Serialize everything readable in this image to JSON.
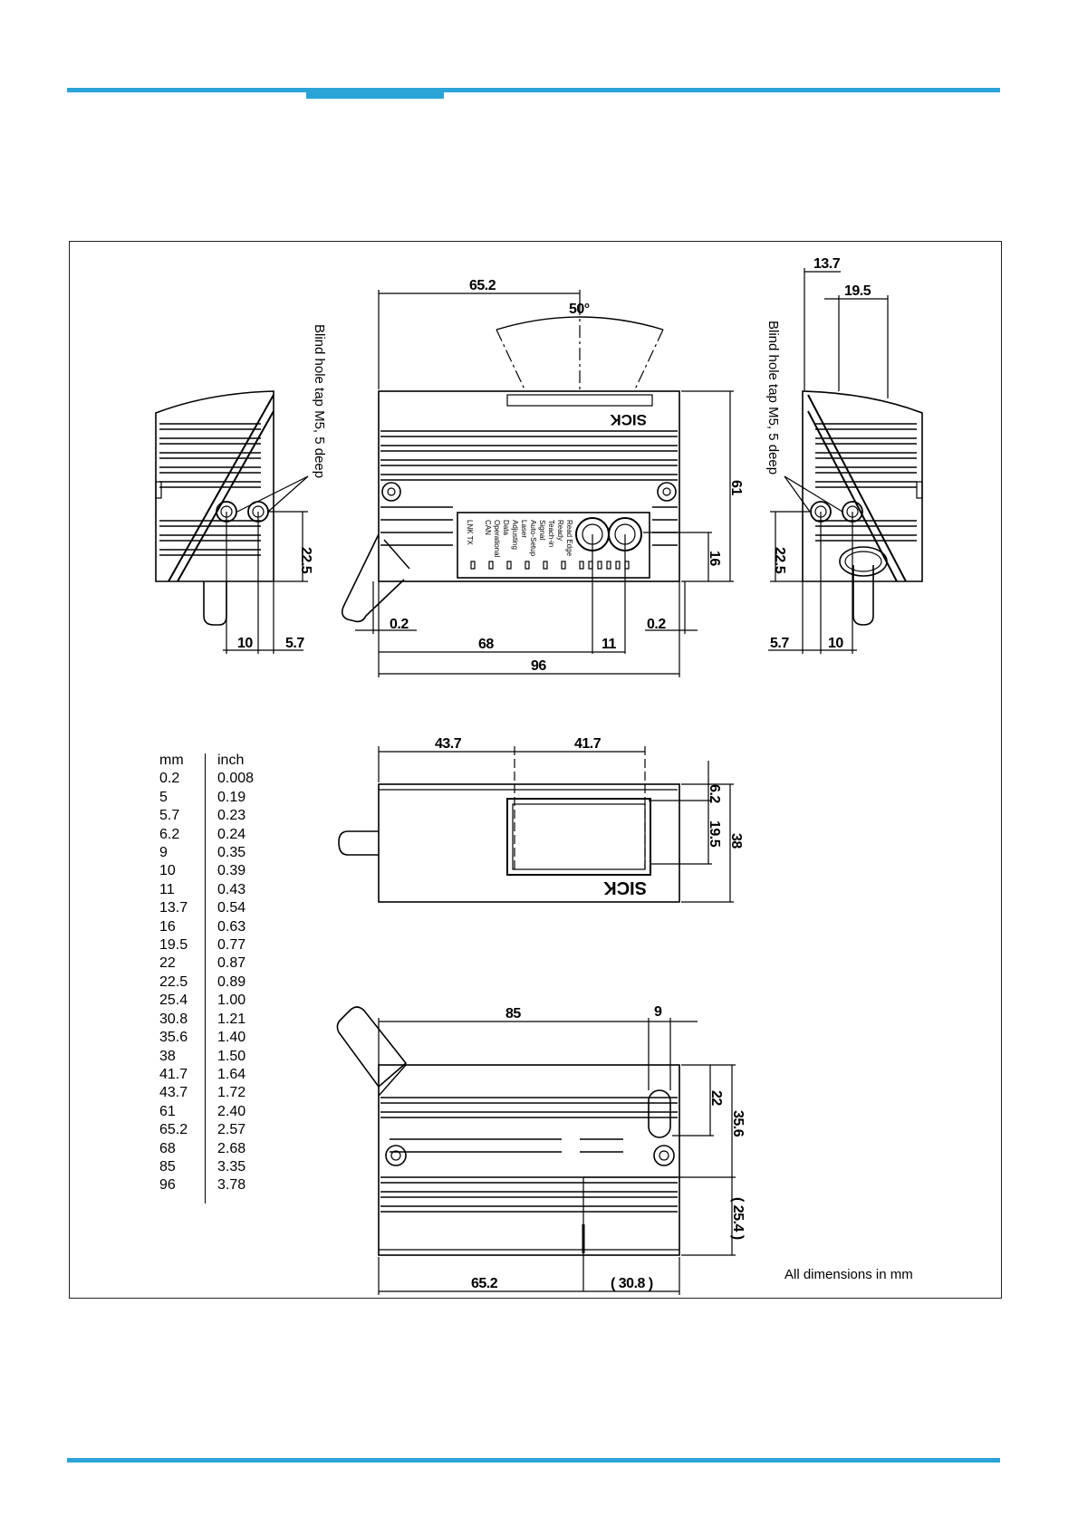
{
  "colors": {
    "rule": "#2aa3d6",
    "line": "#000000"
  },
  "drawing": {
    "side_left": {
      "note": "Blind hole tap M5, 5 deep",
      "dim_height": "22.5",
      "dim_a": "10",
      "dim_b": "5.7"
    },
    "front": {
      "dim_top": "65.2",
      "angle": "50°",
      "dim_height": "61",
      "dim_16": "16",
      "gap_left": "0.2",
      "gap_right": "0.2",
      "dim_68": "68",
      "dim_11": "11",
      "dim_96": "96",
      "brand": "SICK",
      "indicators": [
        "Ready",
        "Signal",
        "Laser",
        "Data",
        "CAN",
        "LNK TX"
      ],
      "indicator_sub": [
        "Read Edge",
        "Teach-in",
        "Auto-Setup",
        "Adjusting",
        "Operational"
      ]
    },
    "side_right": {
      "note": "Blind hole tap M5, 5 deep",
      "dim_13_7": "13.7",
      "dim_19_5": "19.5",
      "dim_height": "22.5",
      "dim_a": "5.7",
      "dim_b": "10"
    },
    "top_view": {
      "dim_43_7": "43.7",
      "dim_41_7": "41.7",
      "dim_6_2": "6.2",
      "dim_19_5": "19.5",
      "dim_38": "38",
      "brand": "SICK"
    },
    "bottom_view": {
      "dim_85": "85",
      "dim_9": "9",
      "dim_22": "22",
      "dim_35_6": "35.6",
      "dim_25_4": "( 25.4 )",
      "dim_65_2": "65.2",
      "dim_30_8": "( 30.8 )"
    }
  },
  "conversion": {
    "headers": {
      "mm": "mm",
      "inch": "inch"
    },
    "rows": [
      {
        "mm": "0.2",
        "inch": "0.008"
      },
      {
        "mm": "5",
        "inch": "0.19"
      },
      {
        "mm": "5.7",
        "inch": "0.23"
      },
      {
        "mm": "6.2",
        "inch": "0.24"
      },
      {
        "mm": "9",
        "inch": "0.35"
      },
      {
        "mm": "10",
        "inch": "0.39"
      },
      {
        "mm": "11",
        "inch": "0.43"
      },
      {
        "mm": "13.7",
        "inch": "0.54"
      },
      {
        "mm": "16",
        "inch": "0.63"
      },
      {
        "mm": "19.5",
        "inch": "0.77"
      },
      {
        "mm": "22",
        "inch": "0.87"
      },
      {
        "mm": "22.5",
        "inch": "0.89"
      },
      {
        "mm": "25.4",
        "inch": "1.00"
      },
      {
        "mm": "30.8",
        "inch": "1.21"
      },
      {
        "mm": "35.6",
        "inch": "1.40"
      },
      {
        "mm": "38",
        "inch": "1.50"
      },
      {
        "mm": "41.7",
        "inch": "1.64"
      },
      {
        "mm": "43.7",
        "inch": "1.72"
      },
      {
        "mm": "61",
        "inch": "2.40"
      },
      {
        "mm": "65.2",
        "inch": "2.57"
      },
      {
        "mm": "68",
        "inch": "2.68"
      },
      {
        "mm": "85",
        "inch": "3.35"
      },
      {
        "mm": "96",
        "inch": "3.78"
      }
    ]
  },
  "unit_note": "All dimensions in mm"
}
